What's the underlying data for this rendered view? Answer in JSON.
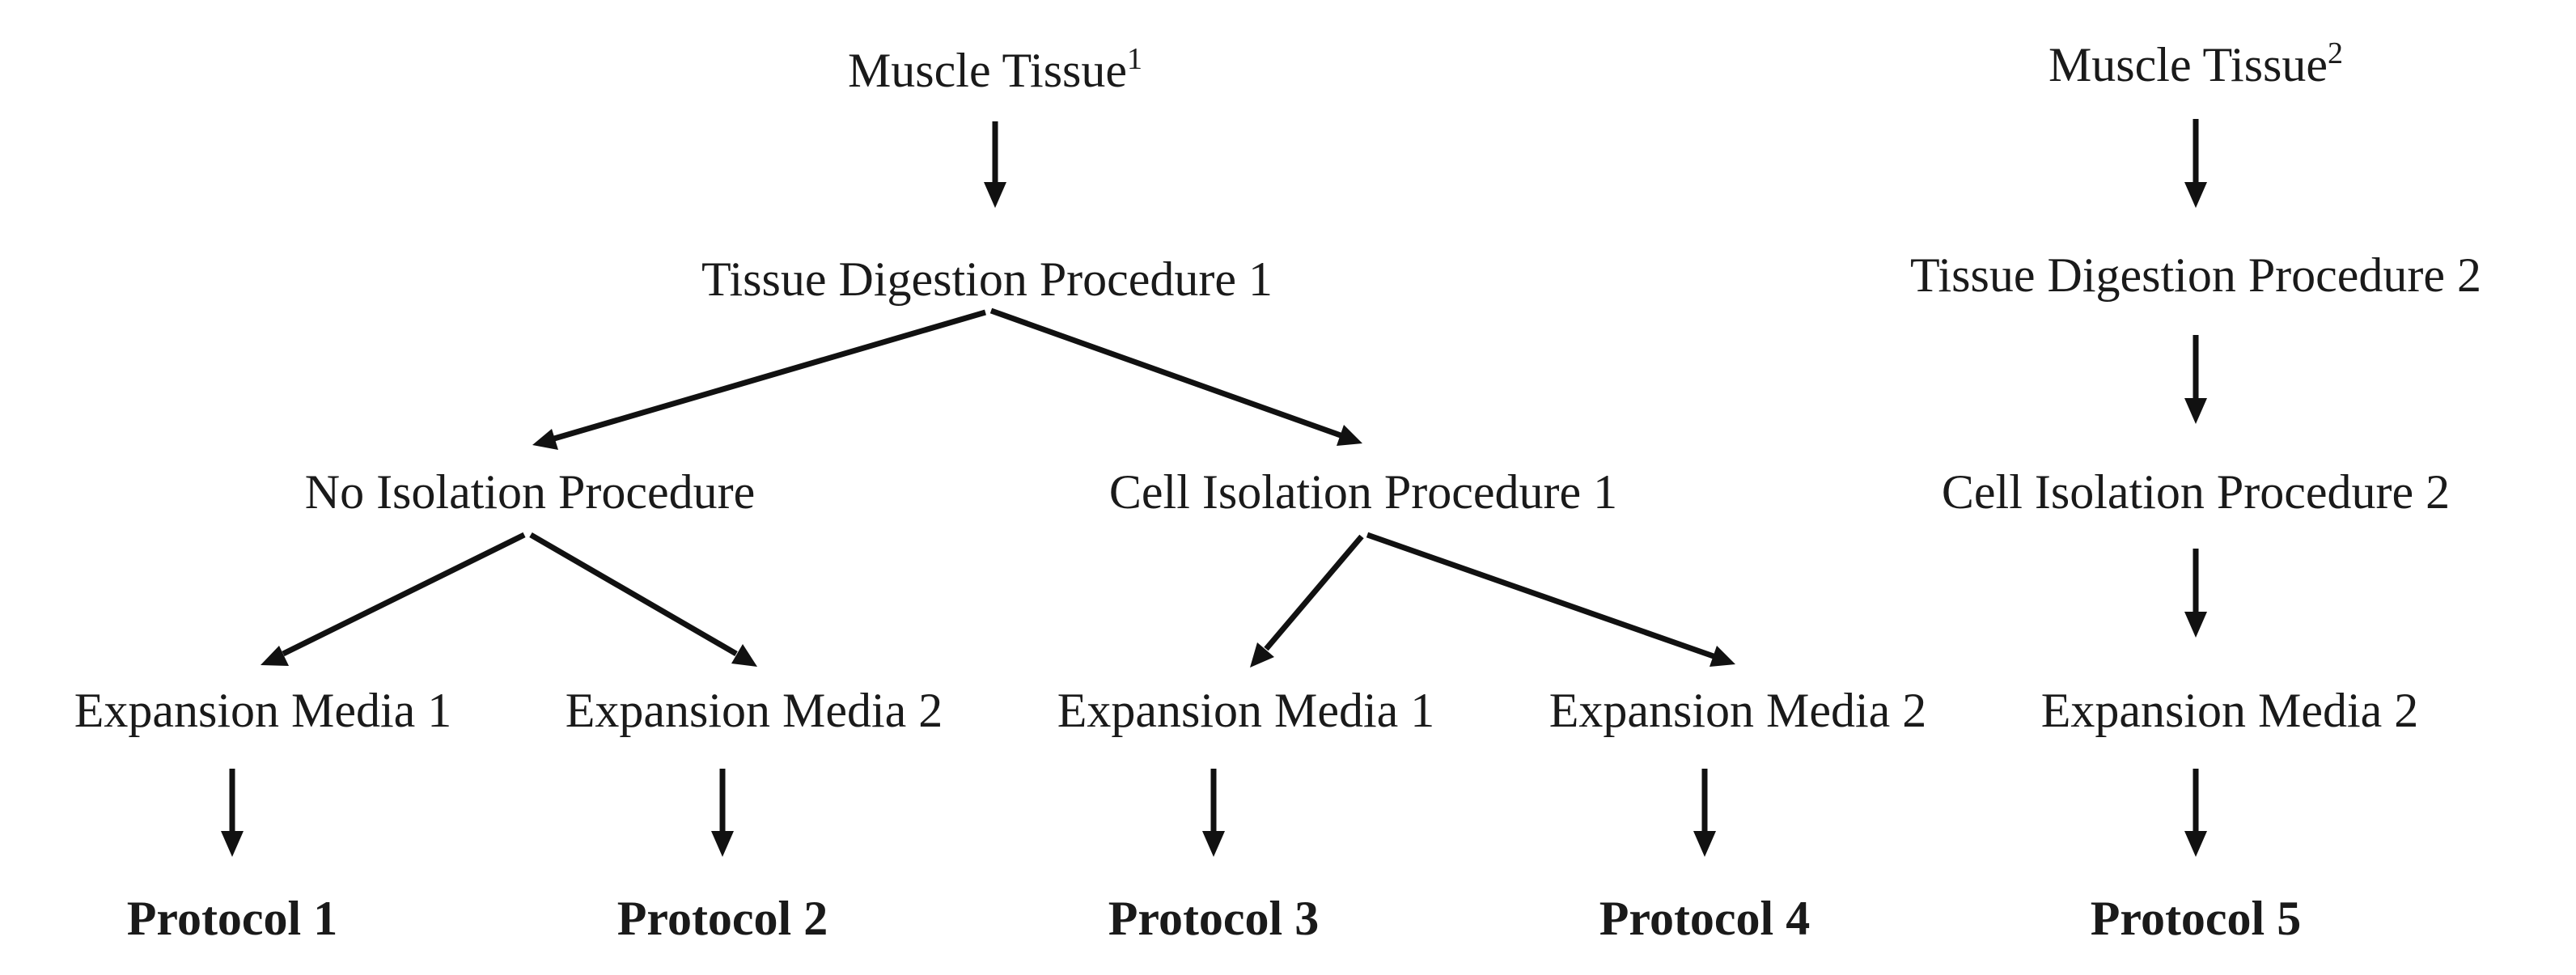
{
  "nodes": {
    "muscle_tissue_1": {
      "text": "Muscle Tissue",
      "sup": "1"
    },
    "muscle_tissue_2": {
      "text": "Muscle Tissue",
      "sup": "2"
    },
    "tissue_digestion_1": {
      "text": "Tissue Digestion Procedure 1"
    },
    "tissue_digestion_2": {
      "text": "Tissue Digestion Procedure 2"
    },
    "no_isolation": {
      "text": "No Isolation Procedure"
    },
    "cell_isolation_1": {
      "text": "Cell Isolation Procedure 1"
    },
    "cell_isolation_2": {
      "text": "Cell Isolation Procedure 2"
    },
    "expansion_a": {
      "text": "Expansion Media 1"
    },
    "expansion_b": {
      "text": "Expansion Media 2"
    },
    "expansion_c": {
      "text": "Expansion Media 1"
    },
    "expansion_d": {
      "text": "Expansion Media 2"
    },
    "expansion_e": {
      "text": "Expansion Media 2"
    },
    "protocol_1": {
      "text": "Protocol 1"
    },
    "protocol_2": {
      "text": "Protocol 2"
    },
    "protocol_3": {
      "text": "Protocol 3"
    },
    "protocol_4": {
      "text": "Protocol 4"
    },
    "protocol_5": {
      "text": "Protocol 5"
    }
  },
  "edges": [
    {
      "from": "muscle_tissue_1",
      "to": "tissue_digestion_1"
    },
    {
      "from": "tissue_digestion_1",
      "to": "no_isolation"
    },
    {
      "from": "tissue_digestion_1",
      "to": "cell_isolation_1"
    },
    {
      "from": "no_isolation",
      "to": "expansion_a"
    },
    {
      "from": "no_isolation",
      "to": "expansion_b"
    },
    {
      "from": "cell_isolation_1",
      "to": "expansion_c"
    },
    {
      "from": "cell_isolation_1",
      "to": "expansion_d"
    },
    {
      "from": "expansion_a",
      "to": "protocol_1"
    },
    {
      "from": "expansion_b",
      "to": "protocol_2"
    },
    {
      "from": "expansion_c",
      "to": "protocol_3"
    },
    {
      "from": "expansion_d",
      "to": "protocol_4"
    },
    {
      "from": "muscle_tissue_2",
      "to": "tissue_digestion_2"
    },
    {
      "from": "tissue_digestion_2",
      "to": "cell_isolation_2"
    },
    {
      "from": "cell_isolation_2",
      "to": "expansion_e"
    },
    {
      "from": "expansion_e",
      "to": "protocol_5"
    }
  ]
}
